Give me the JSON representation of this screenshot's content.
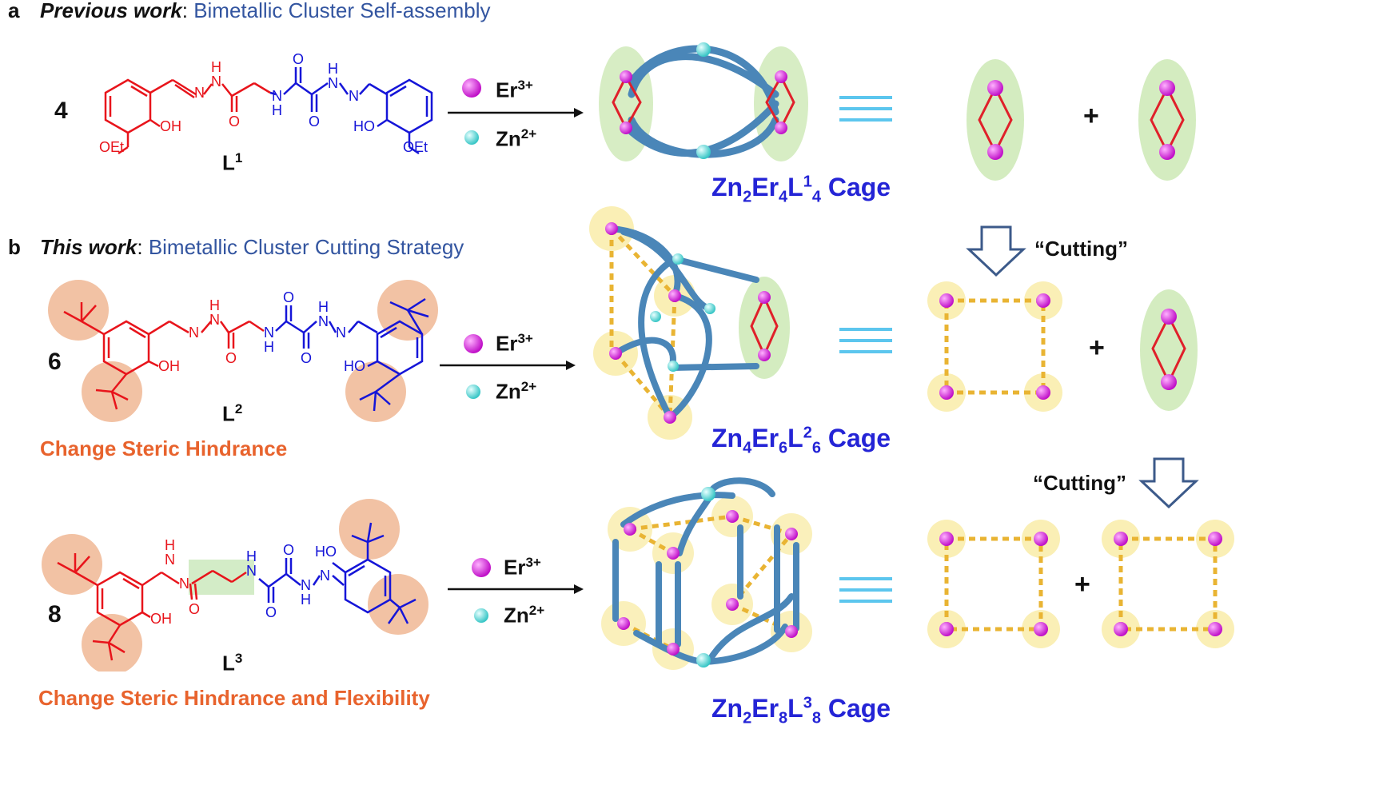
{
  "panel_a": {
    "letter": "a",
    "heading_lead": "Previous work",
    "heading_sep": ": ",
    "heading_rest": "Bimetallic Cluster Self-assembly",
    "equiv": "4",
    "ligand": "L",
    "ligand_sup": "1",
    "ion1_sym": "Er",
    "ion1_charge": "3+",
    "ion2_sym": "Zn",
    "ion2_charge": "2+",
    "cage_zn": "Zn",
    "cage_zn_n": "2",
    "cage_er": "Er",
    "cage_er_n": "4",
    "cage_l": "L",
    "cage_l_sup": "1",
    "cage_l_n": "4",
    "cage_word": "Cage",
    "plus": "+"
  },
  "panel_b": {
    "letter": "b",
    "heading_lead": "This work",
    "heading_sep": ": ",
    "heading_rest": "Bimetallic Cluster Cutting Strategy",
    "row1": {
      "equiv": "6",
      "ligand": "L",
      "ligand_sup": "2",
      "note": "Change Steric Hindrance",
      "ion1_sym": "Er",
      "ion1_charge": "3+",
      "ion2_sym": "Zn",
      "ion2_charge": "2+",
      "cage_zn": "Zn",
      "cage_zn_n": "4",
      "cage_er": "Er",
      "cage_er_n": "6",
      "cage_l": "L",
      "cage_l_sup": "2",
      "cage_l_n": "6",
      "cage_word": "Cage",
      "cutting": "“Cutting”",
      "plus": "+"
    },
    "row2": {
      "equiv": "8",
      "ligand": "L",
      "ligand_sup": "3",
      "note": "Change Steric Hindrance and Flexibility",
      "ion1_sym": "Er",
      "ion1_charge": "3+",
      "ion2_sym": "Zn",
      "ion2_charge": "2+",
      "cage_zn": "Zn",
      "cage_zn_n": "2",
      "cage_er": "Er",
      "cage_er_n": "8",
      "cage_l": "L",
      "cage_l_sup": "3",
      "cage_l_n": "8",
      "cage_word": "Cage",
      "cutting": "“Cutting”",
      "plus": "+"
    }
  },
  "structure_labels": {
    "oet": "OEt",
    "oh": "OH",
    "ho": "HO",
    "o": "O",
    "n": "N",
    "h": "H"
  },
  "colors": {
    "red_fragment": "#e8141b",
    "blue_fragment": "#1515d8",
    "heading_blue": "#3355a0",
    "orange_note": "#e8632d",
    "cage_blue": "#4a86b8",
    "er_magenta": "#d21ed8",
    "zn_cyan": "#5fe0e0",
    "glow_yellow": "#f6e27a",
    "dash_orange": "#e9b433",
    "equiv_line": "#5cc6ee"
  }
}
